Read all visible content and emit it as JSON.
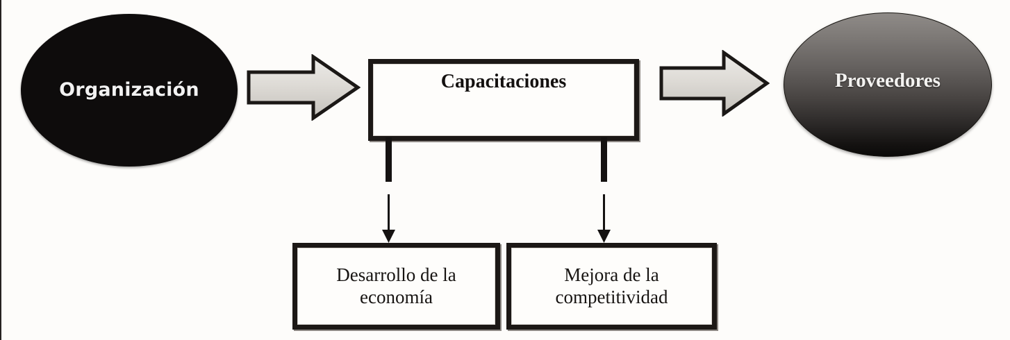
{
  "diagram": {
    "title_text": "",
    "background_color": "#fdfcfa",
    "nodes": {
      "organizacion": {
        "label": "Organización",
        "shape": "ellipse",
        "fill_color": "#0e0c0c",
        "text_color": "#f2f2f2"
      },
      "capacitaciones": {
        "label": "Capacitaciones",
        "shape": "rectangle",
        "fill_color": "#fefdfb",
        "border_color": "#1c1816",
        "text_color": "#141110"
      },
      "proveedores": {
        "label": "Proveedores",
        "shape": "ellipse",
        "fill_gradient_from": "#8f8b88",
        "fill_gradient_to": "#0b0a09",
        "text_color": "#f4f3f1"
      },
      "desarrollo_economia": {
        "label": "Desarrollo de la\neconomía",
        "shape": "rectangle",
        "fill_color": "#fefdfb",
        "border_color": "#1c1816",
        "text_color": "#171412"
      },
      "mejora_competitividad": {
        "label": "Mejora de la\ncompetitividad",
        "shape": "rectangle",
        "fill_color": "#fefdfb",
        "border_color": "#1c1816",
        "text_color": "#171412"
      }
    },
    "connectors": {
      "org_to_cap": {
        "kind": "block-arrow",
        "direction": "right",
        "fill_gradient_from": "#e8e6e2",
        "fill_gradient_to": "#c9c6c0",
        "stroke_color": "#1b1816"
      },
      "cap_to_prov": {
        "kind": "block-arrow",
        "direction": "right",
        "fill_gradient_from": "#e8e6e2",
        "fill_gradient_to": "#c9c6c0",
        "stroke_color": "#1b1816"
      },
      "cap_to_economia": {
        "kind": "line-arrow",
        "direction": "down",
        "stroke_color": "#151211"
      },
      "cap_to_competitividad": {
        "kind": "line-arrow",
        "direction": "down",
        "stroke_color": "#151211"
      }
    }
  }
}
